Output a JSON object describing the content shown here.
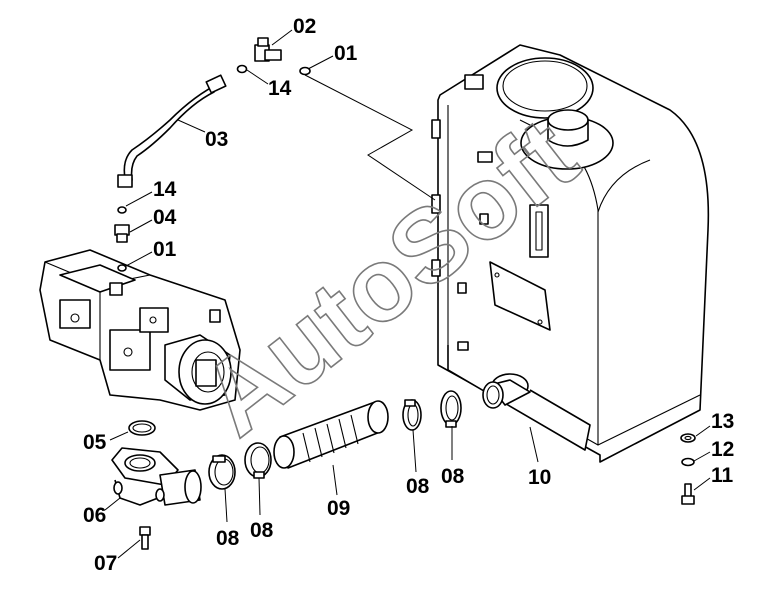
{
  "watermark": "AutoSoft",
  "labels": {
    "p01a": "01",
    "p02": "02",
    "p14a": "14",
    "p03": "03",
    "p14b": "14",
    "p04": "04",
    "p01b": "01",
    "p05": "05",
    "p06": "06",
    "p07": "07",
    "p08a": "08",
    "p08b": "08",
    "p09": "09",
    "p08c": "08",
    "p08d": "08",
    "p10": "10",
    "p13": "13",
    "p12": "12",
    "p11": "11"
  }
}
